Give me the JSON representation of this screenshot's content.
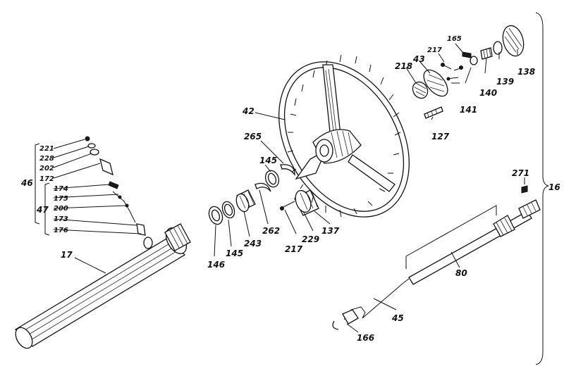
{
  "labels": {
    "l221": "221",
    "l228": "228",
    "l202": "202",
    "l172": "172",
    "l174": "174",
    "l175": "175",
    "l200": "200",
    "l173": "173",
    "l176": "176",
    "l46": "46",
    "l47": "47",
    "l17": "17",
    "l146a": "146",
    "l145a": "145",
    "l243": "243",
    "l262": "262",
    "l145b": "145",
    "l265": "265",
    "l42": "42",
    "l217a": "217",
    "l229": "229",
    "l137": "137",
    "l218": "218",
    "l43": "43",
    "l217b": "217",
    "l165": "165",
    "l141": "141",
    "l140": "140",
    "l139": "139",
    "l138": "138",
    "l127": "127",
    "l271": "271",
    "l16": "16",
    "l80": "80",
    "l45": "45",
    "l166": "166"
  }
}
